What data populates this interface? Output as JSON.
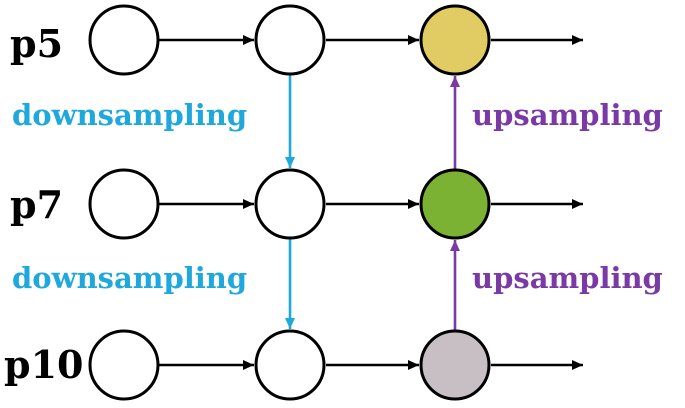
{
  "rows": {
    "p5": "p5",
    "p7": "p7",
    "p10": "p10"
  },
  "labels": {
    "down_1": "downsampling",
    "down_2": "downsampling",
    "up_1": "upsampling",
    "up_2": "upsampling"
  },
  "colors": {
    "node_default": "#ffffff",
    "node_p5_out": "#e0cc63",
    "node_p7_out": "#7bb233",
    "node_p10_out": "#c7bfc4",
    "downsampling": "#1fa8dc",
    "upsampling": "#7a3aa6",
    "flow": "#000000"
  }
}
